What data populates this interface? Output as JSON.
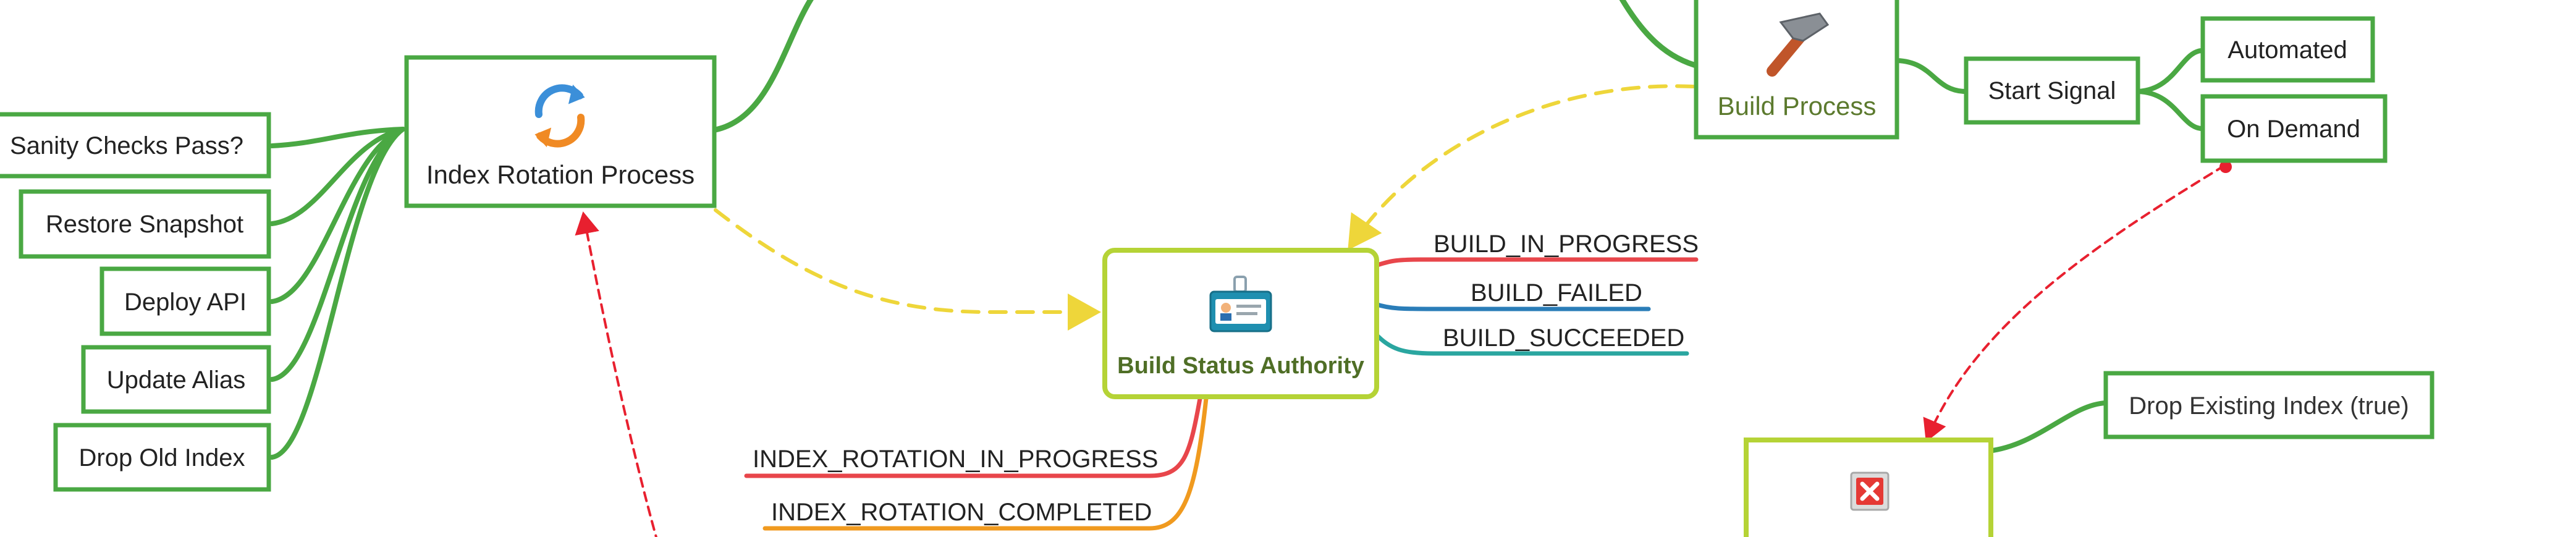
{
  "nodes": {
    "index_rotation": {
      "label": "Index Rotation Process",
      "icon": "refresh-arrows-icon"
    },
    "build_process": {
      "label": "Build Process",
      "icon": "hammer-icon"
    },
    "build_status_authority": {
      "label": "Build Status Authority",
      "icon": "id-badge-icon"
    },
    "drop_index": {
      "label": "",
      "icon": "red-x-icon"
    }
  },
  "left_children": [
    "Sanity Checks Pass?",
    "Restore Snapshot",
    "Deploy API",
    "Update Alias",
    "Drop Old Index"
  ],
  "start_signal": {
    "label": "Start Signal",
    "options": [
      "Automated",
      "On Demand"
    ]
  },
  "drop_existing_label": "Drop Existing Index (true)",
  "status_labels": {
    "build_in_progress": "BUILD_IN_PROGRESS",
    "build_failed": "BUILD_FAILED",
    "build_succeeded": "BUILD_SUCCEEDED",
    "index_in_progress": "INDEX_ROTATION_IN_PROGRESS",
    "index_completed": "INDEX_ROTATION_COMPLETED"
  },
  "colors": {
    "green": "#4aa843",
    "lime": "#b5d336",
    "yellow_dash": "#eed63a",
    "red_dash": "#e8202f",
    "red": "#e8464b",
    "blue": "#2a7db8",
    "teal": "#2aa6a0",
    "orange": "#f09a1f",
    "olive_text": "#5c7a2e"
  }
}
